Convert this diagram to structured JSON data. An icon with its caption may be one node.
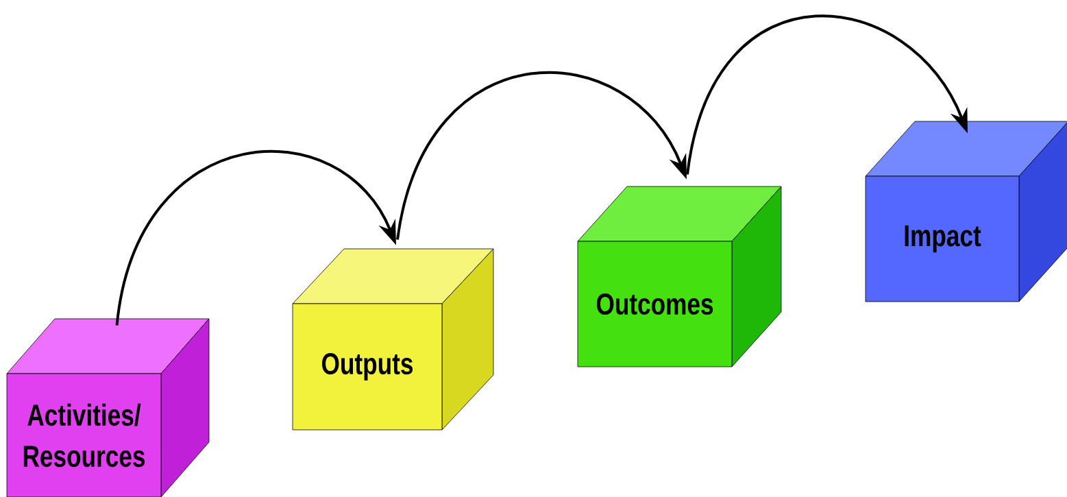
{
  "diagram": {
    "nodes": [
      {
        "text": [
          "Activities/ Resources"
        ]
      },
      {
        "text": [
          "Outputs"
        ]
      },
      {
        "text": [
          "Outcomes"
        ]
      },
      {
        "text": [
          "Impact"
        ]
      }
    ],
    "edges": [
      {
        "from": 0,
        "to": 1,
        "arrow": "to"
      },
      {
        "from": 1,
        "to": 2,
        "arrow": "to"
      },
      {
        "from": 2,
        "to": 3,
        "arrow": "to"
      }
    ]
  }
}
